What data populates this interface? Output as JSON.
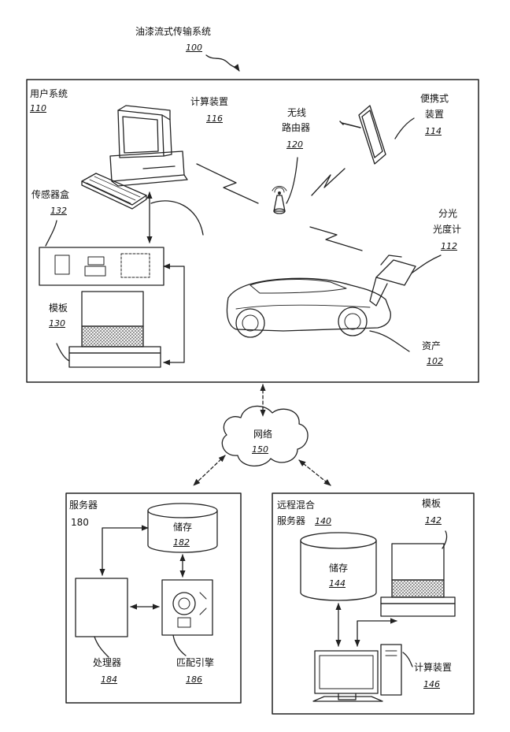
{
  "title": {
    "text": "油漆流式传输系统",
    "ref": "100"
  },
  "user_system": {
    "label": "用户系统",
    "ref": "110",
    "computing_device": {
      "label": "计算装置",
      "ref": "116"
    },
    "wireless_router": {
      "label_line1": "无线",
      "label_line2": "路由器",
      "ref": "120"
    },
    "portable_device": {
      "label_line1": "便携式",
      "label_line2": "装置",
      "ref": "114"
    },
    "sensor_box": {
      "label": "传感器盒",
      "ref": "132"
    },
    "spectrophotometer": {
      "label_line1": "分光",
      "label_line2": "光度计",
      "ref": "112"
    },
    "template": {
      "label": "模板",
      "ref": "130"
    },
    "asset": {
      "label": "资产",
      "ref": "102"
    }
  },
  "network": {
    "label": "网络",
    "ref": "150"
  },
  "server": {
    "label": "服务器",
    "ref": "180",
    "storage": {
      "label": "储存",
      "ref": "182"
    },
    "processor": {
      "label": "处理器",
      "ref": "184"
    },
    "matching_engine": {
      "label": "匹配引擎",
      "ref": "186"
    }
  },
  "remote_server": {
    "label_line1": "远程混合",
    "label_line2": "服务器",
    "ref": "140",
    "template": {
      "label": "模板",
      "ref": "142"
    },
    "storage": {
      "label": "储存",
      "ref": "144"
    },
    "computing_device": {
      "label": "计算装置",
      "ref": "146"
    }
  }
}
